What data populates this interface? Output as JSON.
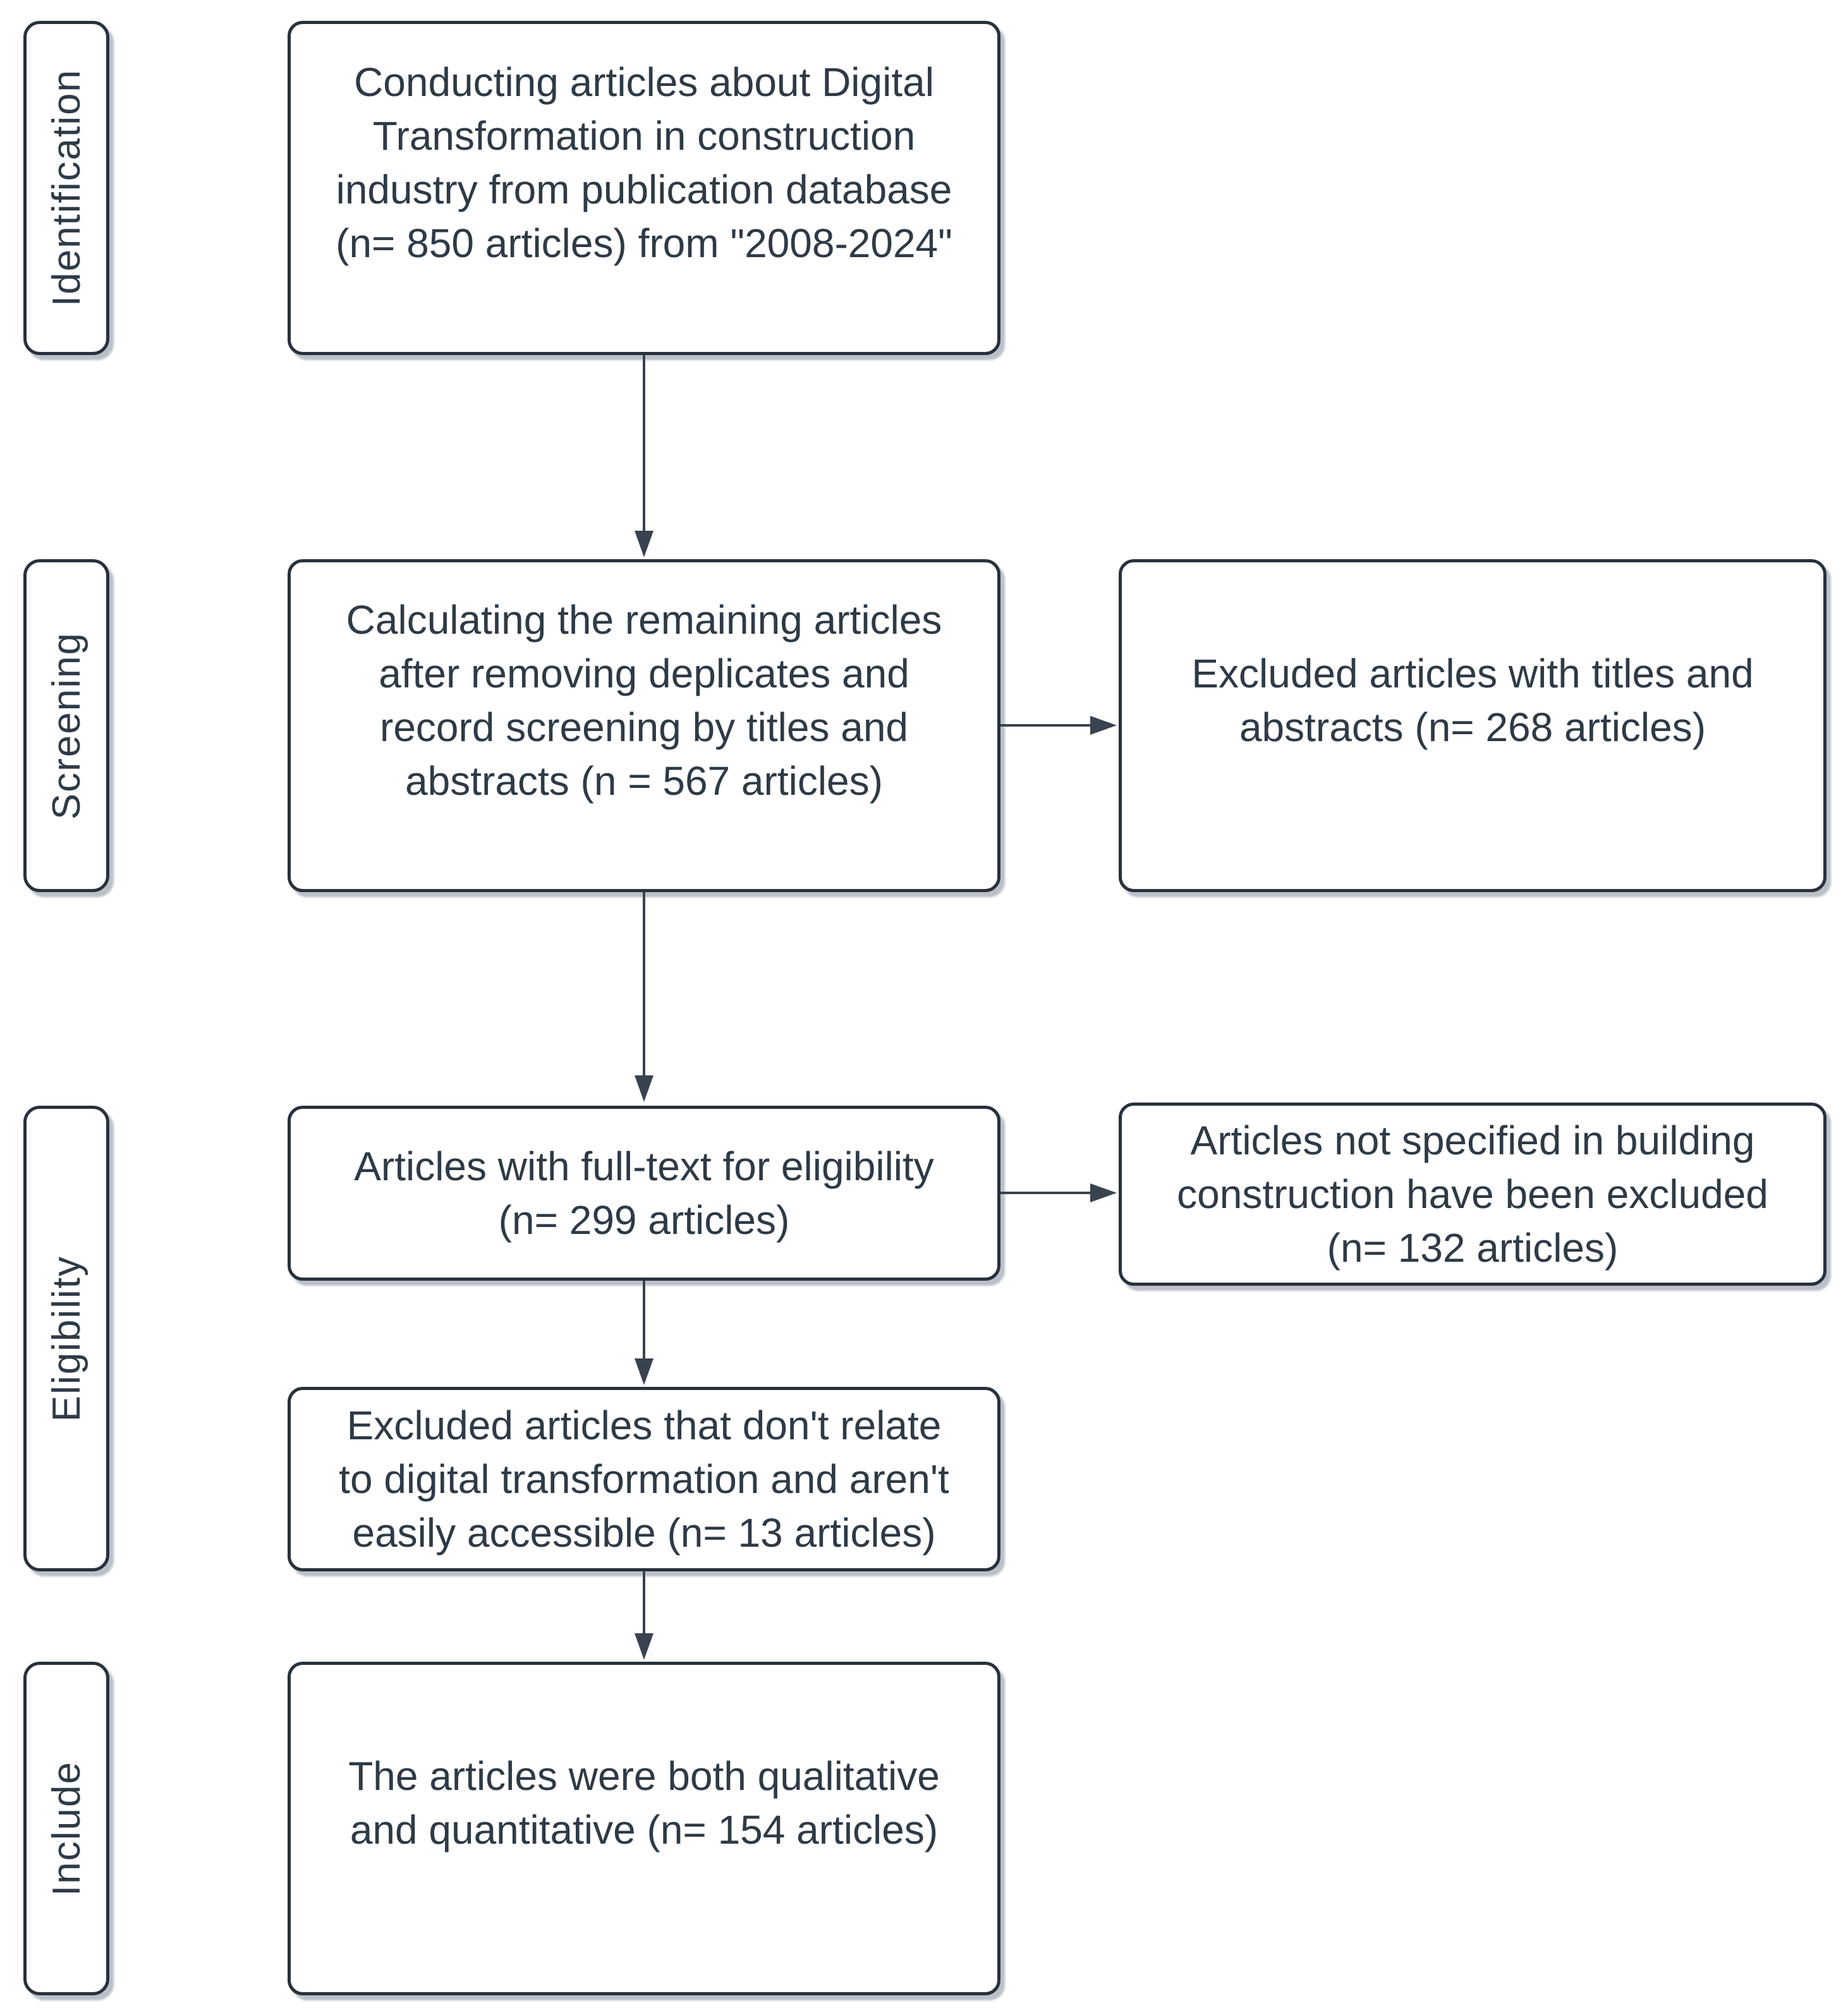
{
  "colors": {
    "ink": "#2e3a46",
    "border": "#28313d",
    "arrow": "#39434f",
    "bg": "#ffffff",
    "shadow": "rgba(120,130,145,0.5)"
  },
  "stages": [
    {
      "label": "Identification"
    },
    {
      "label": "Screening"
    },
    {
      "label": "Eligibility"
    },
    {
      "label": "Include"
    }
  ],
  "boxes": {
    "identification_source": {
      "lines": [
        "Conducting articles about Digital",
        "Transformation in construction",
        "industry from publication database",
        "(n= 850 articles) from \"2008-2024\""
      ]
    },
    "screening_remaining": {
      "lines": [
        "Calculating the remaining articles",
        "after removing deplicates and",
        "record screening by titles and",
        "abstracts (n = 567 articles)"
      ]
    },
    "excluded_titles_abstracts": {
      "lines": [
        "Excluded articles with titles and",
        "abstracts (n= 268 articles)"
      ]
    },
    "fulltext_eligibility": {
      "lines": [
        "Articles with full-text for eligibility",
        "(n= 299 articles)"
      ]
    },
    "excluded_not_building": {
      "lines": [
        "Articles not specified in building",
        "construction have been excluded",
        "(n= 132 articles)"
      ]
    },
    "excluded_not_related": {
      "lines": [
        "Excluded articles that don't relate",
        "to digital transformation and aren't",
        "easily accessible (n= 13 articles)"
      ]
    },
    "included_final": {
      "lines": [
        "The articles were both qualitative",
        "and quantitative (n= 154 articles)"
      ]
    }
  }
}
